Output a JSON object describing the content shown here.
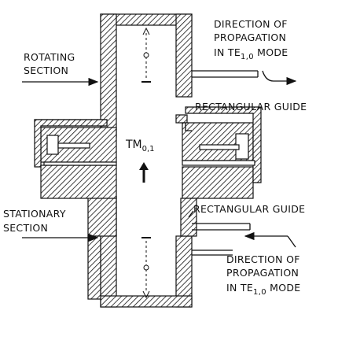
{
  "labels": {
    "rotating_section": [
      "ROTATING",
      "SECTION"
    ],
    "stationary_section": [
      "STATIONARY",
      "SECTION"
    ],
    "top_right": {
      "line1": "DIRECTION OF",
      "line2": "PROPAGATION",
      "line3_prefix": "IN TE",
      "line3_sub": "1,0",
      "line3_suffix": " MODE"
    },
    "bottom_right": {
      "line1": "DIRECTION OF",
      "line2": "PROPAGATION",
      "line3_prefix": "IN TE",
      "line3_sub": "1,0",
      "line3_suffix": " MODE"
    },
    "rect_guide_upper": "RECTANGULAR GUIDE",
    "rect_guide_lower": "RECTANGULAR GUIDE",
    "mode_prefix": "TM",
    "mode_sub": "0,1"
  },
  "colors": {
    "ink": "#111111",
    "background": "#ffffff"
  }
}
